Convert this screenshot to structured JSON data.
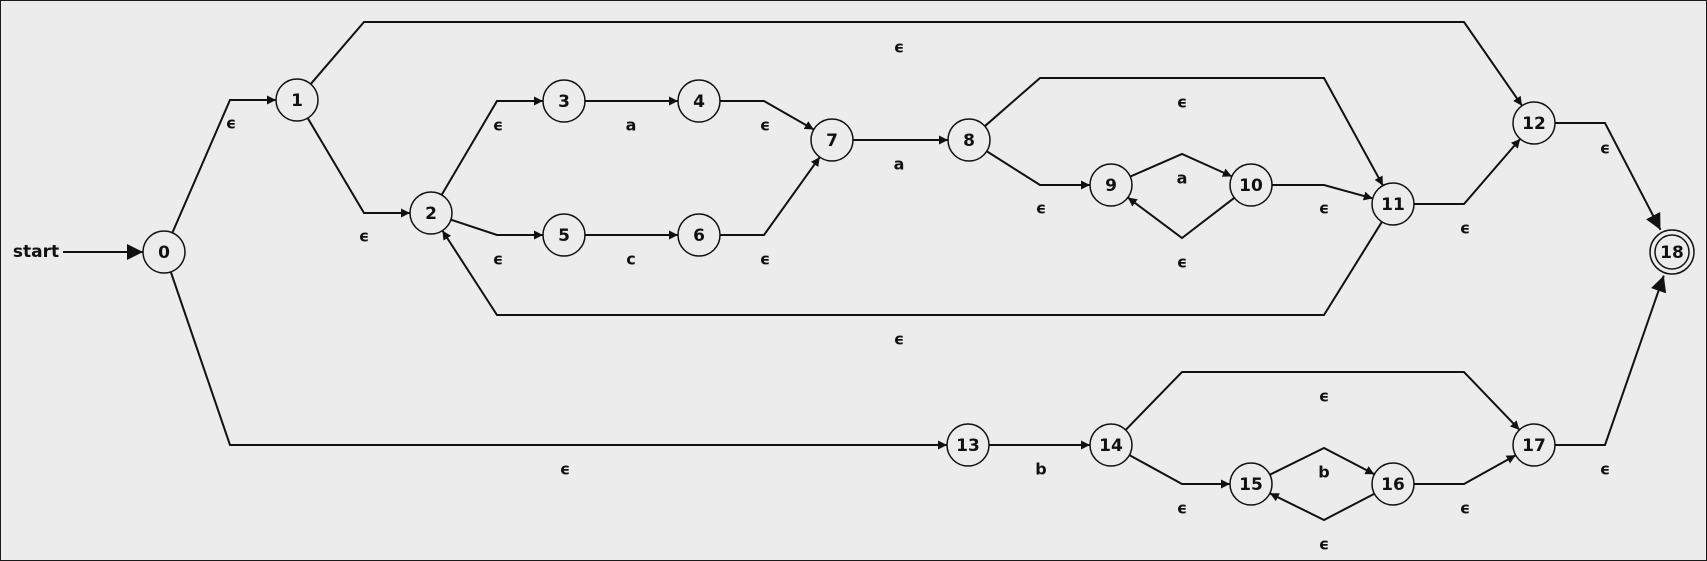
{
  "start_label": "start",
  "start_state": "0",
  "accept_states": [
    "18"
  ],
  "states": [
    "0",
    "1",
    "2",
    "3",
    "4",
    "5",
    "6",
    "7",
    "8",
    "9",
    "10",
    "11",
    "12",
    "13",
    "14",
    "15",
    "16",
    "17",
    "18"
  ],
  "transitions": [
    {
      "id": "t-0-1",
      "from": "0",
      "to": "1",
      "label": "ϵ"
    },
    {
      "id": "t-0-13",
      "from": "0",
      "to": "13",
      "label": "ϵ"
    },
    {
      "id": "t-1-2",
      "from": "1",
      "to": "2",
      "label": "ϵ"
    },
    {
      "id": "t-1-12",
      "from": "1",
      "to": "12",
      "label": "ϵ"
    },
    {
      "id": "t-2-3",
      "from": "2",
      "to": "3",
      "label": "ϵ"
    },
    {
      "id": "t-2-5",
      "from": "2",
      "to": "5",
      "label": "ϵ"
    },
    {
      "id": "t-3-4",
      "from": "3",
      "to": "4",
      "label": "a"
    },
    {
      "id": "t-5-6",
      "from": "5",
      "to": "6",
      "label": "c"
    },
    {
      "id": "t-4-7",
      "from": "4",
      "to": "7",
      "label": "ϵ"
    },
    {
      "id": "t-6-7",
      "from": "6",
      "to": "7",
      "label": "ϵ"
    },
    {
      "id": "t-7-8",
      "from": "7",
      "to": "8",
      "label": "a"
    },
    {
      "id": "t-8-11",
      "from": "8",
      "to": "11",
      "label": "ϵ"
    },
    {
      "id": "t-8-9",
      "from": "8",
      "to": "9",
      "label": "ϵ"
    },
    {
      "id": "t-9-10",
      "from": "9",
      "to": "10",
      "label": "a"
    },
    {
      "id": "t-10-9",
      "from": "10",
      "to": "9",
      "label": "ϵ"
    },
    {
      "id": "t-10-11",
      "from": "10",
      "to": "11",
      "label": "ϵ"
    },
    {
      "id": "t-11-12",
      "from": "11",
      "to": "12",
      "label": "ϵ"
    },
    {
      "id": "t-11-2",
      "from": "11",
      "to": "2",
      "label": "ϵ"
    },
    {
      "id": "t-12-18",
      "from": "12",
      "to": "18",
      "label": "ϵ"
    },
    {
      "id": "t-13-14",
      "from": "13",
      "to": "14",
      "label": "b"
    },
    {
      "id": "t-14-17",
      "from": "14",
      "to": "17",
      "label": "ϵ"
    },
    {
      "id": "t-14-15",
      "from": "14",
      "to": "15",
      "label": "ϵ"
    },
    {
      "id": "t-15-16",
      "from": "15",
      "to": "16",
      "label": "b"
    },
    {
      "id": "t-16-15",
      "from": "16",
      "to": "15",
      "label": "ϵ"
    },
    {
      "id": "t-16-17",
      "from": "16",
      "to": "17",
      "label": "ϵ"
    },
    {
      "id": "t-17-18",
      "from": "17",
      "to": "18",
      "label": "ϵ"
    }
  ]
}
